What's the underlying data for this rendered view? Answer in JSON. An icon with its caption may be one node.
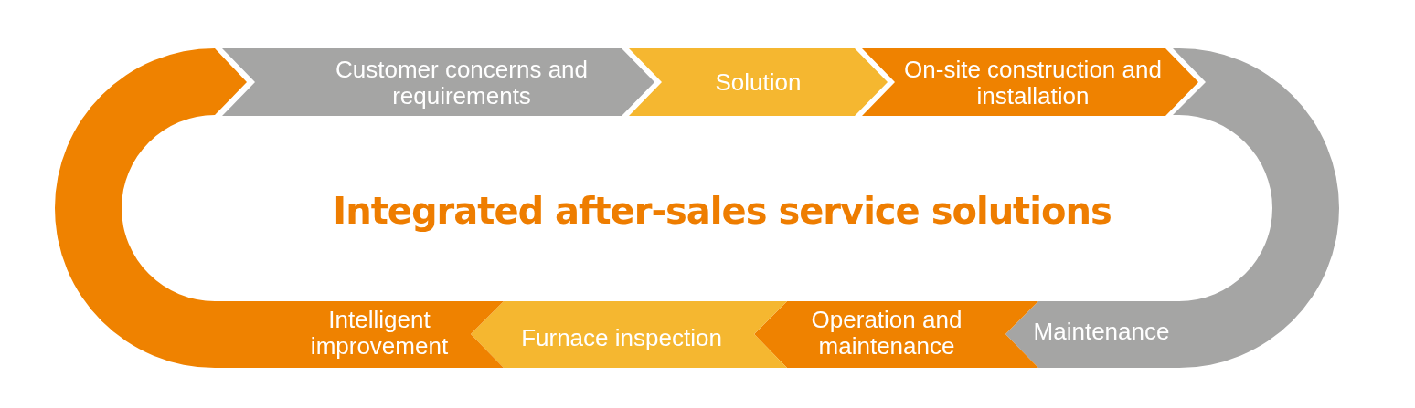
{
  "diagram": {
    "title": "Integrated after-sales service solutions",
    "nodes": [
      {
        "text": [
          "Customer concerns and requirements"
        ]
      },
      {
        "text": [
          "Solution"
        ]
      },
      {
        "text": [
          "On-site construction and installation"
        ]
      },
      {
        "text": [
          "Maintenance"
        ]
      },
      {
        "text": [
          "Operation and maintenance"
        ]
      },
      {
        "text": [
          "Furnace inspection"
        ]
      },
      {
        "text": [
          "Intelligent improvement"
        ]
      },
      {
        "text": [],
        "shape": "band"
      },
      {
        "text": [],
        "shape": "band"
      }
    ]
  }
}
